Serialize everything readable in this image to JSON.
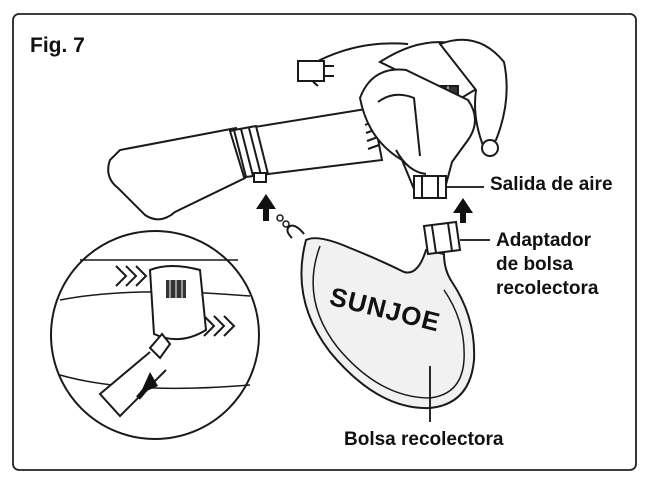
{
  "figure": {
    "label": "Fig. 7",
    "brand_logo_text": "SUNJOE",
    "callouts": {
      "air_outlet": "Salida de aire",
      "adapter_line1": "Adaptador",
      "adapter_line2": "de bolsa",
      "adapter_line3": "recolectora",
      "bag": "Bolsa recolectora"
    }
  },
  "colors": {
    "frame": "#111111",
    "bag_fill": "#f1f1f1",
    "stroke": "#1a1a1a"
  }
}
